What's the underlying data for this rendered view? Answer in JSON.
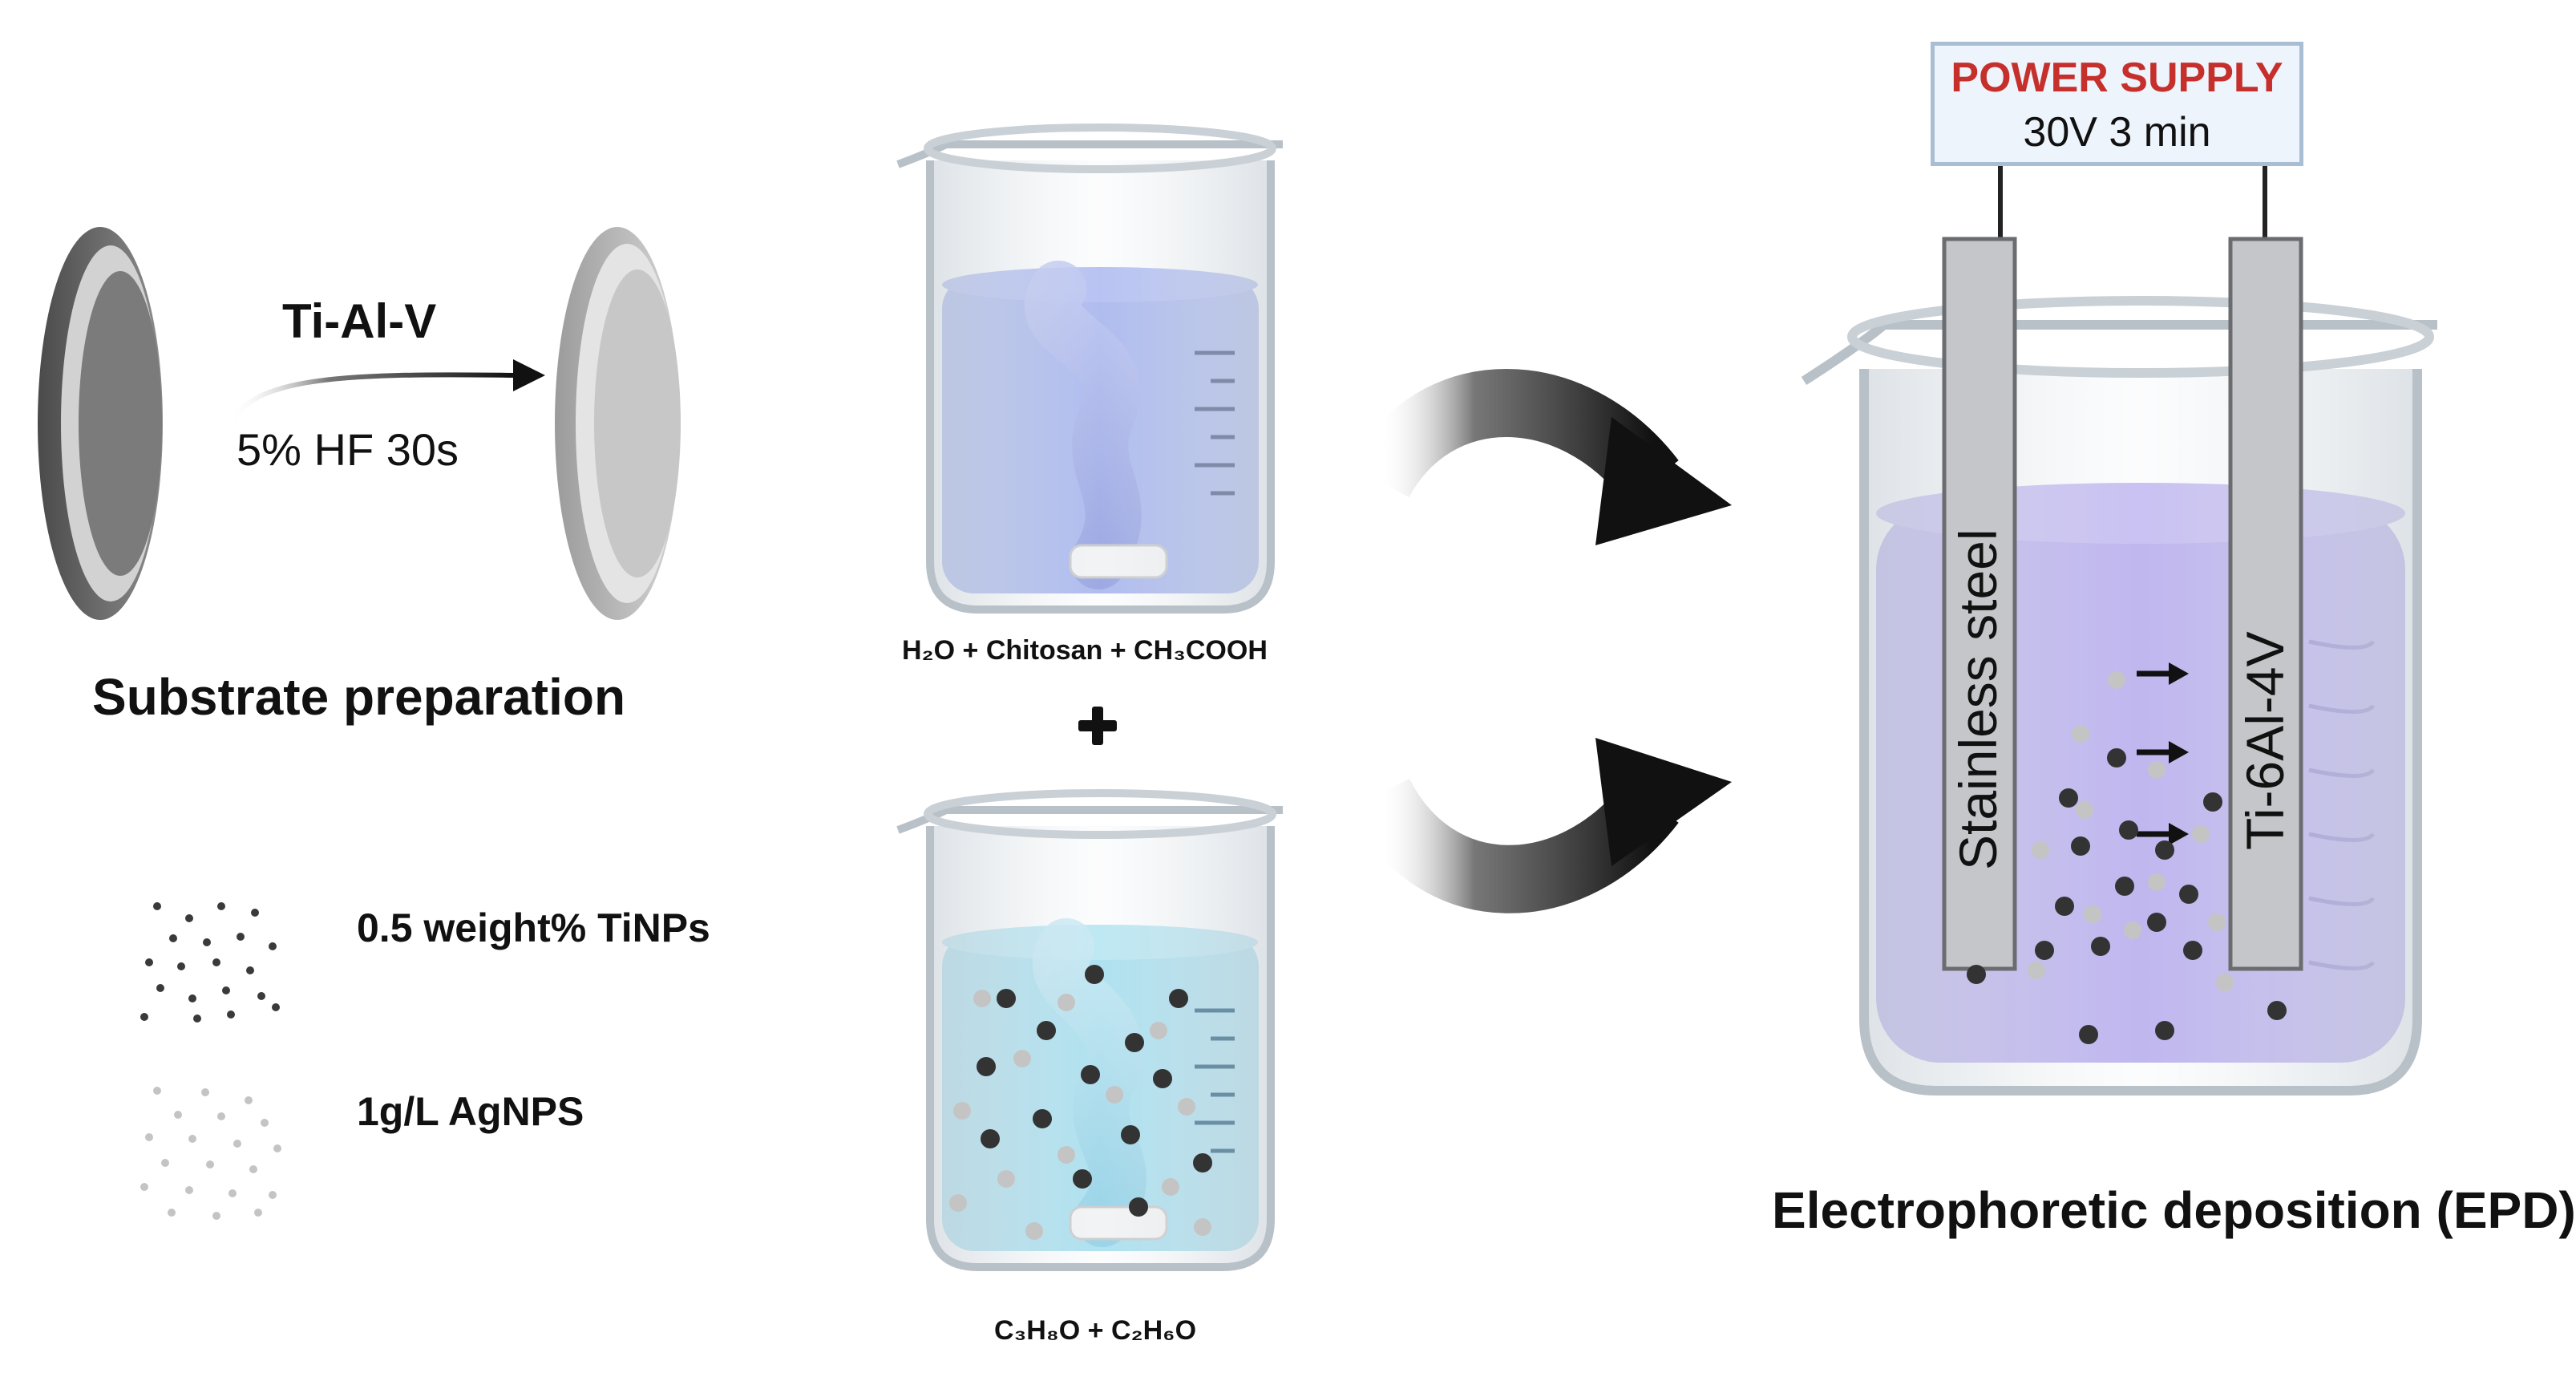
{
  "substrate": {
    "arrow_top_label": "Ti-Al-V",
    "arrow_bottom_label": "5% HF 30s",
    "caption": "Substrate preparation"
  },
  "legend": {
    "items": [
      {
        "label": "0.5 weight% TiNPs",
        "color": "#3a3a3a"
      },
      {
        "label": "1g/L AgNPS",
        "color": "#c4c4c4"
      }
    ]
  },
  "beakers": {
    "top_caption": "H₂O + Chitosan + CH₃COOH",
    "plus": "+",
    "bottom_caption": "C₃H₈O + C₂H₆O",
    "top_liquid_color": "#7f93e6",
    "bottom_liquid_color": "#7fd1e8"
  },
  "epd": {
    "power_supply_title": "POWER SUPPLY",
    "power_supply_value": "30V 3 min",
    "left_electrode": "Stainless steel",
    "right_electrode": "Ti-6Al-4V",
    "caption": "Electrophoretic deposition (EPD)",
    "liquid_color": "#9a8ae8"
  }
}
